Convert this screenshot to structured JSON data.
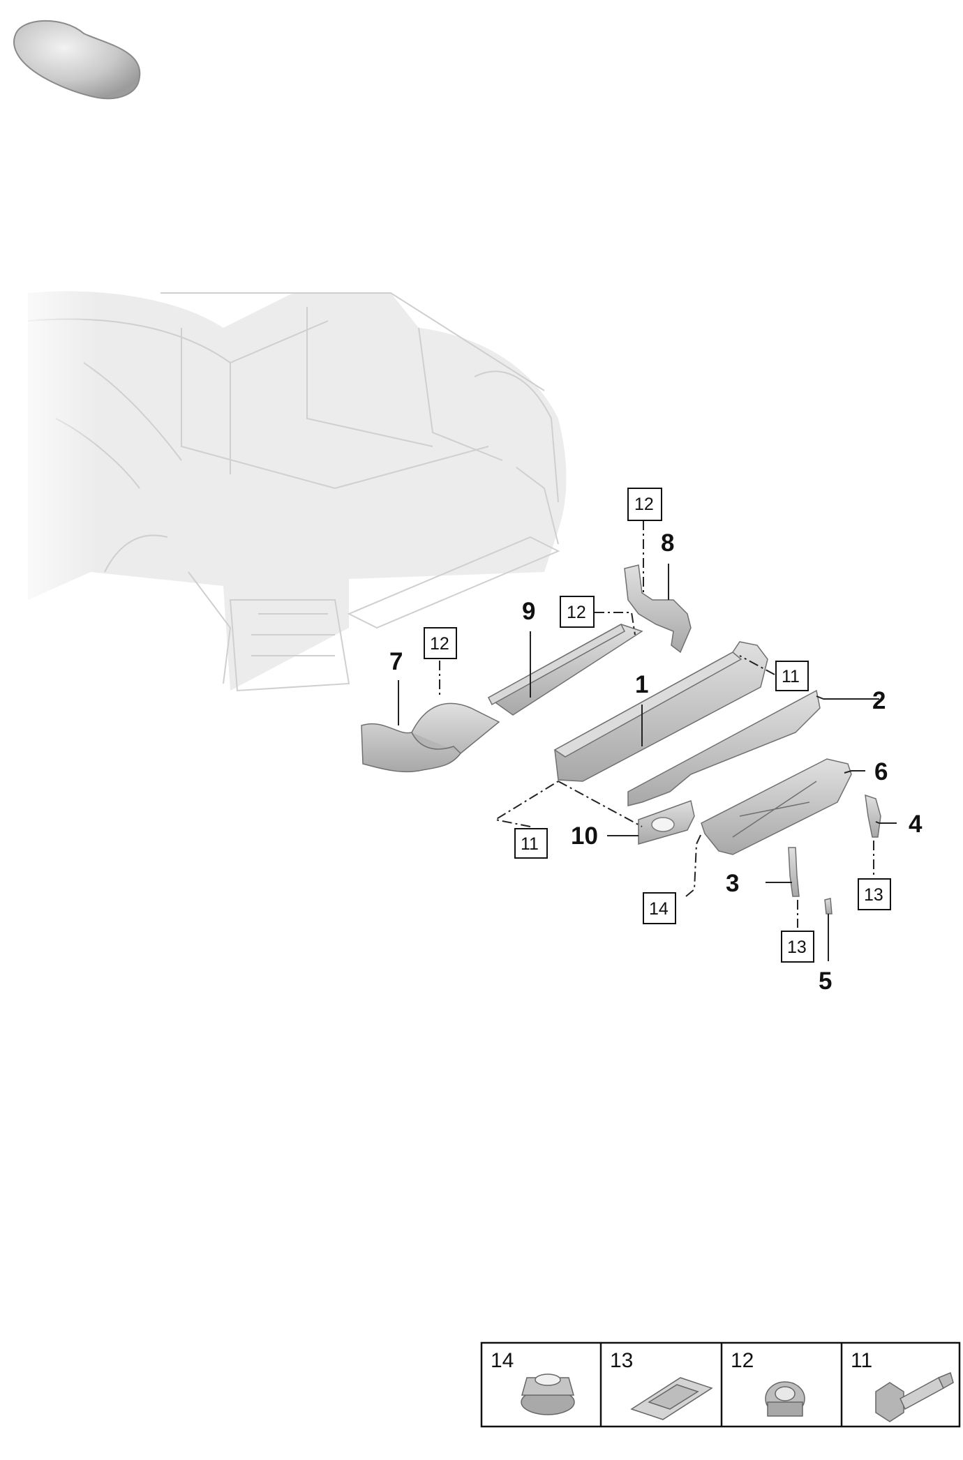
{
  "callouts": {
    "p1": "1",
    "p2": "2",
    "p3": "3",
    "p4": "4",
    "p5": "5",
    "p6": "6",
    "p7": "7",
    "p8": "8",
    "p9": "9",
    "p10": "10"
  },
  "fastener_refs": {
    "r12_top": "12",
    "r12_mid": "12",
    "r12_left": "12",
    "r11_right": "11",
    "r11_left": "11",
    "r14": "14",
    "r13_a": "13",
    "r13_b": "13"
  },
  "legend": [
    {
      "number": "14",
      "icon": "flange-nut-icon"
    },
    {
      "number": "13",
      "icon": "spring-clip-icon"
    },
    {
      "number": "12",
      "icon": "collar-nut-icon"
    },
    {
      "number": "11",
      "icon": "hex-bolt-icon"
    }
  ],
  "colors": {
    "part_fill": "#c8c8c8",
    "part_dark": "#9a9a9a",
    "ghost_body": "#e8e8e8",
    "ink": "#111111"
  }
}
